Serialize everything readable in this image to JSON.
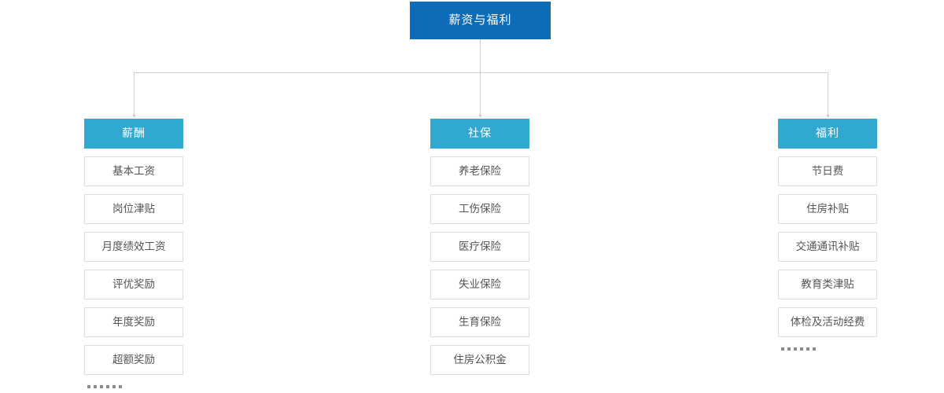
{
  "diagram": {
    "type": "tree",
    "title": "薪资与福利",
    "root": {
      "label": "薪资与福利",
      "color": "#0d6bb8",
      "text_color": "#ffffff"
    },
    "branch_color": "#31a8d0",
    "leaf_border_color": "#dedede",
    "leaf_text_color": "#555555",
    "connector_color": "#cccccc",
    "ellipsis_color": "#8c8c8c",
    "ellipsis_text": "••••••",
    "branches": [
      {
        "label": "薪酬",
        "has_ellipsis": true,
        "items": [
          {
            "label": "基本工资"
          },
          {
            "label": "岗位津贴"
          },
          {
            "label": "月度绩效工资"
          },
          {
            "label": "评优奖励"
          },
          {
            "label": "年度奖励"
          },
          {
            "label": "超额奖励"
          }
        ]
      },
      {
        "label": "社保",
        "has_ellipsis": false,
        "items": [
          {
            "label": "养老保险"
          },
          {
            "label": "工伤保险"
          },
          {
            "label": "医疗保险"
          },
          {
            "label": "失业保险"
          },
          {
            "label": "生育保险"
          },
          {
            "label": "住房公积金"
          }
        ]
      },
      {
        "label": "福利",
        "has_ellipsis": true,
        "items": [
          {
            "label": "节日费"
          },
          {
            "label": "住房补贴"
          },
          {
            "label": "交通通讯补贴"
          },
          {
            "label": "教育类津贴"
          },
          {
            "label": "体检及活动经费"
          }
        ]
      }
    ]
  }
}
